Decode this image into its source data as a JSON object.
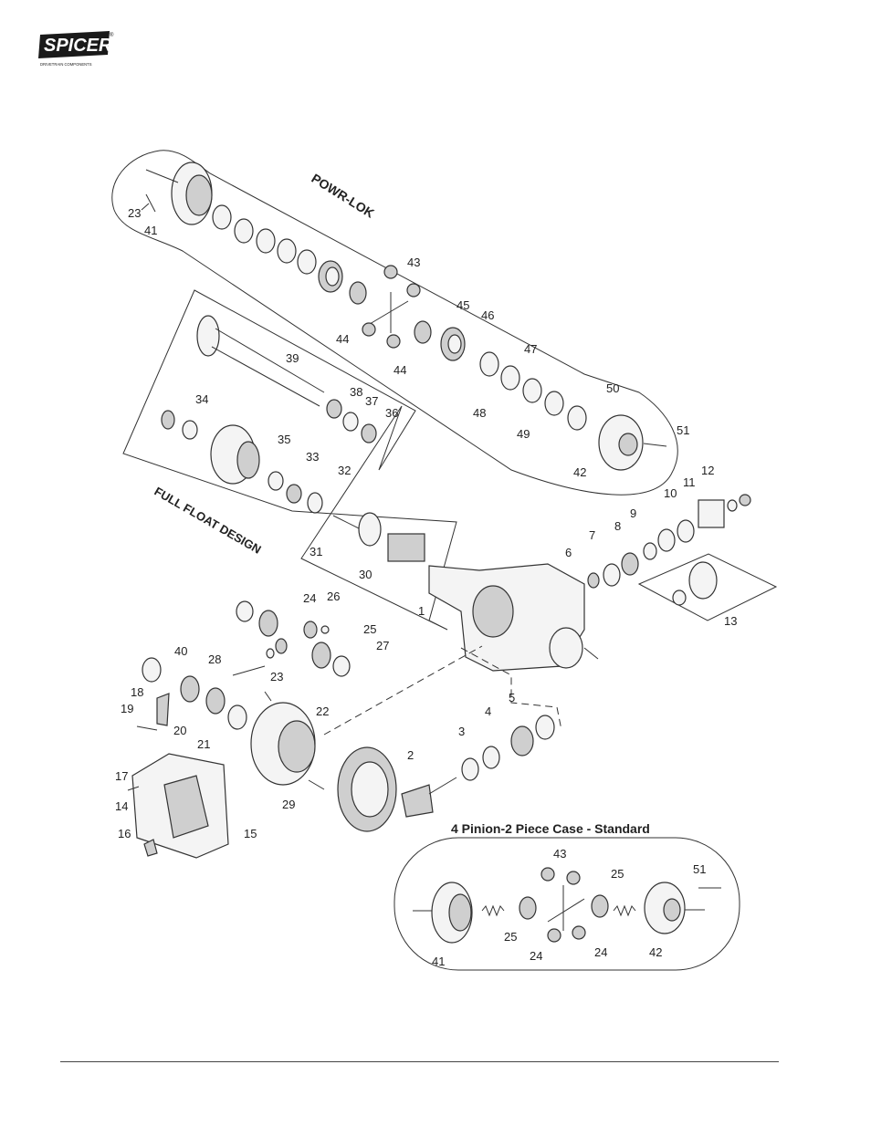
{
  "brand": {
    "logo_text": "SPICER",
    "logo_sub": "DRIVETRAIN COMPONENTS",
    "registered": "®"
  },
  "diagram": {
    "powr_lok_title": "POWR-LOK",
    "full_float_title": "FULL FLOAT DESIGN",
    "standard_title": "4 Pinion-2 Piece Case - Standard",
    "callouts": [
      {
        "id": "c23a",
        "text": "23"
      },
      {
        "id": "c41a",
        "text": "41"
      },
      {
        "id": "c43a",
        "text": "43"
      },
      {
        "id": "c44a",
        "text": "44"
      },
      {
        "id": "c44b",
        "text": "44"
      },
      {
        "id": "c45",
        "text": "45"
      },
      {
        "id": "c46",
        "text": "46"
      },
      {
        "id": "c47",
        "text": "47"
      },
      {
        "id": "c48",
        "text": "48"
      },
      {
        "id": "c49",
        "text": "49"
      },
      {
        "id": "c50",
        "text": "50"
      },
      {
        "id": "c51a",
        "text": "51"
      },
      {
        "id": "c42a",
        "text": "42"
      },
      {
        "id": "c39",
        "text": "39"
      },
      {
        "id": "c38",
        "text": "38"
      },
      {
        "id": "c37",
        "text": "37"
      },
      {
        "id": "c36",
        "text": "36"
      },
      {
        "id": "c34",
        "text": "34"
      },
      {
        "id": "c35",
        "text": "35"
      },
      {
        "id": "c33",
        "text": "33"
      },
      {
        "id": "c32",
        "text": "32"
      },
      {
        "id": "c31",
        "text": "31"
      },
      {
        "id": "c30",
        "text": "30"
      },
      {
        "id": "c1",
        "text": "1"
      },
      {
        "id": "c6",
        "text": "6"
      },
      {
        "id": "c7",
        "text": "7"
      },
      {
        "id": "c8",
        "text": "8"
      },
      {
        "id": "c9",
        "text": "9"
      },
      {
        "id": "c10",
        "text": "10"
      },
      {
        "id": "c11",
        "text": "11"
      },
      {
        "id": "c12",
        "text": "12"
      },
      {
        "id": "c13",
        "text": "13"
      },
      {
        "id": "c24a",
        "text": "24"
      },
      {
        "id": "c26",
        "text": "26"
      },
      {
        "id": "c25a",
        "text": "25"
      },
      {
        "id": "c27",
        "text": "27"
      },
      {
        "id": "c40",
        "text": "40"
      },
      {
        "id": "c28",
        "text": "28"
      },
      {
        "id": "c23b",
        "text": "23"
      },
      {
        "id": "c18",
        "text": "18"
      },
      {
        "id": "c19",
        "text": "19"
      },
      {
        "id": "c20",
        "text": "20"
      },
      {
        "id": "c21",
        "text": "21"
      },
      {
        "id": "c22",
        "text": "22"
      },
      {
        "id": "c5",
        "text": "5"
      },
      {
        "id": "c4",
        "text": "4"
      },
      {
        "id": "c3",
        "text": "3"
      },
      {
        "id": "c2",
        "text": "2"
      },
      {
        "id": "c17",
        "text": "17"
      },
      {
        "id": "c14",
        "text": "14"
      },
      {
        "id": "c29",
        "text": "29"
      },
      {
        "id": "c16",
        "text": "16"
      },
      {
        "id": "c15",
        "text": "15"
      },
      {
        "id": "c43b",
        "text": "43"
      },
      {
        "id": "c25b",
        "text": "25"
      },
      {
        "id": "c51b",
        "text": "51"
      },
      {
        "id": "c25c",
        "text": "25"
      },
      {
        "id": "c24b",
        "text": "24"
      },
      {
        "id": "c24c",
        "text": "24"
      },
      {
        "id": "c41b",
        "text": "41"
      },
      {
        "id": "c42b",
        "text": "42"
      }
    ]
  }
}
